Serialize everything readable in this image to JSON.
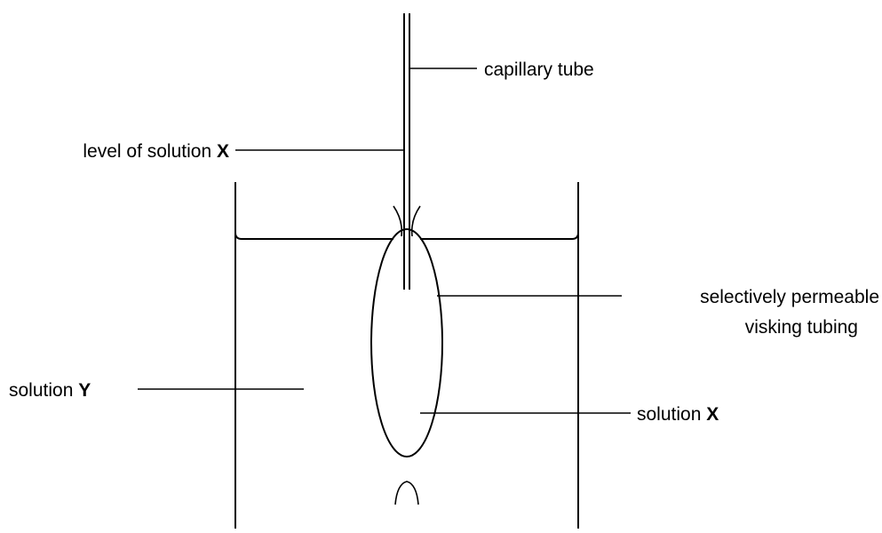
{
  "labels": {
    "capillary_tube": "capillary tube",
    "level_prefix": "level of solution",
    "level_letter": "X",
    "tubing_line1": "selectively permeable",
    "tubing_line2": "visking tubing",
    "solution_y_prefix": "solution",
    "solution_y_letter": "Y",
    "solution_x_prefix": "solution",
    "solution_x_letter": "X"
  },
  "colors": {
    "ink": "#000000",
    "background": "#ffffff"
  }
}
